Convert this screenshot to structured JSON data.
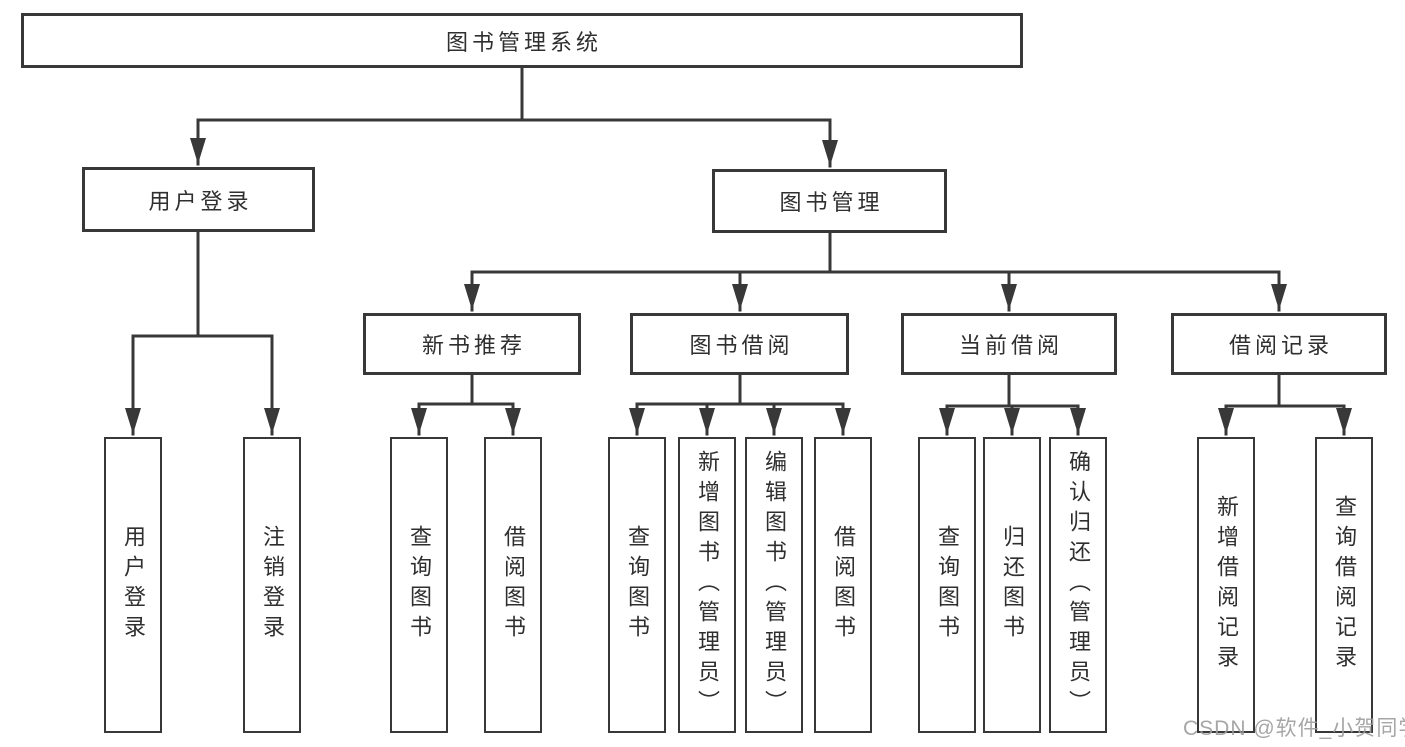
{
  "diagram_title": "图书管理系统",
  "colors": {
    "line": "#383838",
    "box_border": "#383838",
    "text": "#2f2f2f",
    "background": "#ffffff",
    "watermark": "#9d9d9d"
  },
  "watermark": {
    "text": "CSDN @软件_小贺同学"
  },
  "nodes": {
    "root": {
      "label": "图书管理系统"
    },
    "userLogin": {
      "label": "用户登录"
    },
    "bookMgmt": {
      "label": "图书管理"
    },
    "newBookRec": {
      "label": "新书推荐"
    },
    "bookBorrow": {
      "label": "图书借阅"
    },
    "currentBorrow": {
      "label": "当前借阅"
    },
    "borrowRecords": {
      "label": "借阅记录"
    },
    "leafUserLogin": {
      "label": "用户登录"
    },
    "leafLogout": {
      "label": "注销登录"
    },
    "leafQueryBooksRec": {
      "label": "查询图书"
    },
    "leafBorrowBooksRec": {
      "label": "借阅图书"
    },
    "leafQueryBooksBorrow": {
      "label": "查询图书"
    },
    "leafAddBooks": {
      "label": "新增图书（管理员）"
    },
    "leafEditBooks": {
      "label": "编辑图书（管理员）"
    },
    "leafBorrowBooks": {
      "label": "借阅图书"
    },
    "leafQueryBooksCurrent": {
      "label": "查询图书"
    },
    "leafReturnBooks": {
      "label": "归还图书"
    },
    "leafConfirmReturn": {
      "label": "确认归还（管理员）"
    },
    "leafAddBorrowRecord": {
      "label": "新增借阅记录"
    },
    "leafQueryBorrowRecord": {
      "label": "查询借阅记录"
    }
  },
  "hierarchy": {
    "图书管理系统": {
      "用户登录": [
        "用户登录",
        "注销登录"
      ],
      "图书管理": {
        "新书推荐": [
          "查询图书",
          "借阅图书"
        ],
        "图书借阅": [
          "查询图书",
          "新增图书（管理员）",
          "编辑图书（管理员）",
          "借阅图书"
        ],
        "当前借阅": [
          "查询图书",
          "归还图书",
          "确认归还（管理员）"
        ],
        "借阅记录": [
          "新增借阅记录",
          "查询借阅记录"
        ]
      }
    }
  }
}
